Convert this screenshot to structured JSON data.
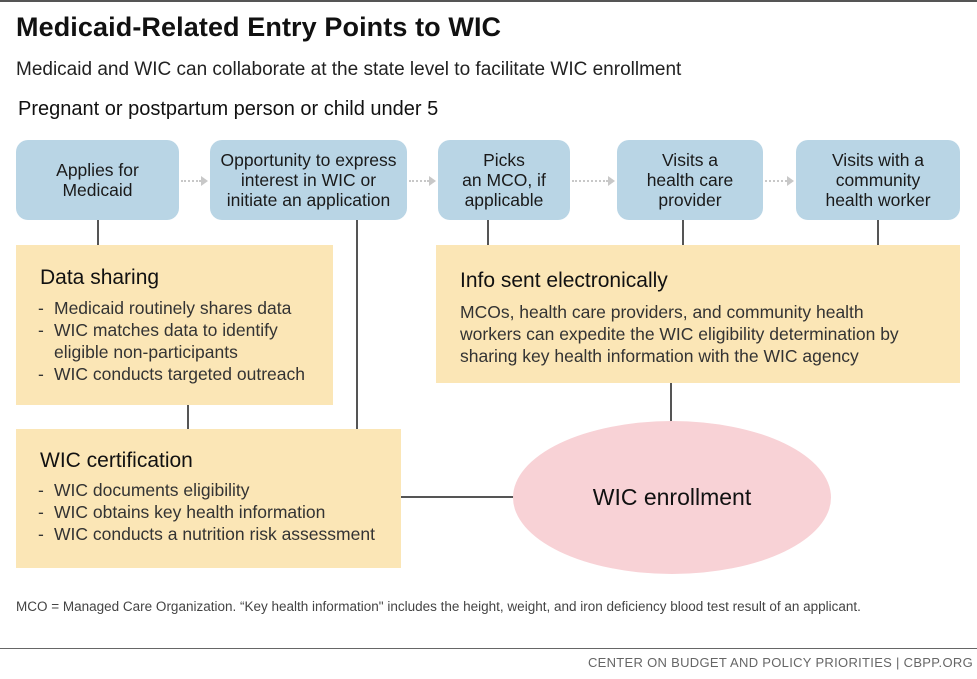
{
  "title": "Medicaid-Related Entry Points to WIC",
  "subtitle": "Medicaid and WIC can collaborate at the state level to facilitate WIC enrollment",
  "eligible_group": "Pregnant or postpartum person or child under 5",
  "steps": [
    {
      "label": "Applies for\nMedicaid"
    },
    {
      "label": "Opportunity to express\ninterest in WIC or\ninitiate an application"
    },
    {
      "label": "Picks\nan MCO, if\napplicable"
    },
    {
      "label": "Visits a\nhealth care\nprovider"
    },
    {
      "label": "Visits with a\ncommunity\nhealth worker"
    }
  ],
  "data_sharing": {
    "heading": "Data sharing",
    "items": [
      "Medicaid routinely shares data",
      "WIC matches data to identify eligible non-participants",
      "WIC conducts targeted outreach"
    ]
  },
  "info_sent": {
    "heading": "Info sent electronically",
    "body": "MCOs, health care providers, and community health workers can expedite the WIC eligibility determination by sharing key health information with the WIC agency"
  },
  "wic_certification": {
    "heading": "WIC certification",
    "items": [
      "WIC documents eligibility",
      "WIC obtains key health information",
      "WIC conducts a nutrition risk assessment"
    ]
  },
  "outcome": "WIC enrollment",
  "bullet_marker": "-",
  "footnote": "MCO = Managed Care Organization. “Key health information\" includes the height, weight, and iron deficiency blood test result of an applicant.",
  "credit": "CENTER ON BUDGET AND POLICY PRIORITIES | CBPP.ORG",
  "colors": {
    "step_fill": "#b9d5e5",
    "box_fill": "#fbe6b6",
    "outcome_fill": "#f8d2d6",
    "connector": "#555555"
  }
}
